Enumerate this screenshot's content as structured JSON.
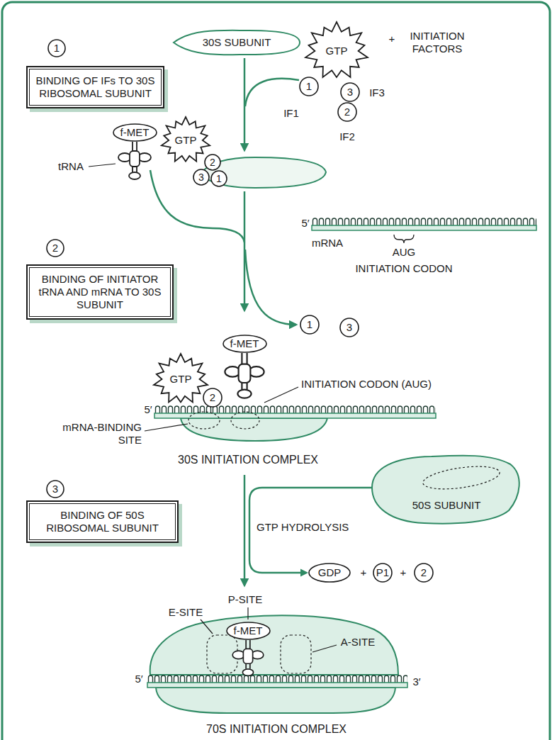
{
  "diagram": {
    "nodes": [
      {
        "text": [
          "1"
        ]
      },
      {
        "text": [
          "30S SUBUNIT"
        ]
      },
      {
        "text": [
          "GTP"
        ]
      },
      {
        "text": [
          "1"
        ]
      },
      {
        "text": [
          "3"
        ]
      },
      {
        "text": [
          "2"
        ]
      },
      {
        "text": [
          "BINDING OF IFs TO 30S RIBOSOMAL SUBUNIT"
        ]
      },
      {
        "text": [
          "GTP"
        ]
      },
      {
        "text": [
          "f-MET"
        ]
      },
      {
        "text": [
          "2"
        ]
      },
      {
        "text": [
          "3"
        ]
      },
      {
        "text": [
          "1"
        ]
      },
      {
        "text": [
          "2"
        ]
      },
      {
        "text": [
          "BINDING OF INITIATOR tRNA AND mRNA TO 30S SUBUNIT"
        ]
      },
      {
        "text": [
          "1"
        ]
      },
      {
        "text": [
          "3"
        ]
      },
      {
        "text": [
          "f-MET"
        ]
      },
      {
        "text": [
          "GTP"
        ]
      },
      {
        "text": [
          "2"
        ]
      },
      {
        "text": [
          "3"
        ]
      },
      {
        "text": [
          "BINDING OF 50S RIBOSOMAL SUBUNIT"
        ]
      },
      {
        "text": [
          "50S SUBUNIT"
        ]
      },
      {
        "text": [
          "GDP"
        ]
      },
      {
        "text": [
          "P1"
        ]
      },
      {
        "text": [
          "2"
        ]
      },
      {
        "text": [
          "f-MET"
        ]
      }
    ],
    "edges": [
      {
        "from": 21,
        "to": 22,
        "arrow": "to"
      }
    ],
    "labels": [
      "+",
      "INITIATION FACTORS",
      "IF3",
      "IF1",
      "IF2",
      "tRNA",
      "5′",
      "mRNA",
      "AUG",
      "INITIATION CODON",
      "INITIATION CODON (AUG)",
      "5′",
      "mRNA-BINDING SITE",
      "30S INITIATION COMPLEX",
      "GTP HYDROLYSIS",
      "+",
      "+",
      "P-SITE",
      "E-SITE",
      "A-SITE",
      "5′",
      "3′",
      "70S INITIATION COMPLEX"
    ]
  }
}
